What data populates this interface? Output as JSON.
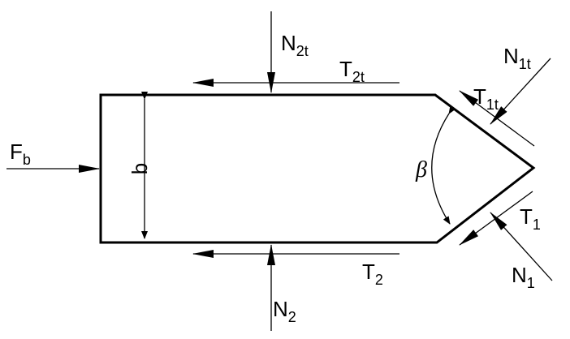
{
  "labels": {
    "fb": {
      "main": "F",
      "sub": "b"
    },
    "b": "b",
    "beta": "β",
    "n2t": {
      "main": "N",
      "sub": "2t"
    },
    "t2t": {
      "main": "T",
      "sub": "2t"
    },
    "n1t": {
      "main": "N",
      "sub": "1t"
    },
    "t1t": {
      "main": "T",
      "sub": "1t"
    },
    "t1": {
      "main": "T",
      "sub": "1"
    },
    "n1": {
      "main": "N",
      "sub": "1"
    },
    "t2": {
      "main": "T",
      "sub": "2"
    },
    "n2": {
      "main": "N",
      "sub": "2"
    }
  },
  "colors": {
    "line": "#000000",
    "background": "#ffffff"
  }
}
